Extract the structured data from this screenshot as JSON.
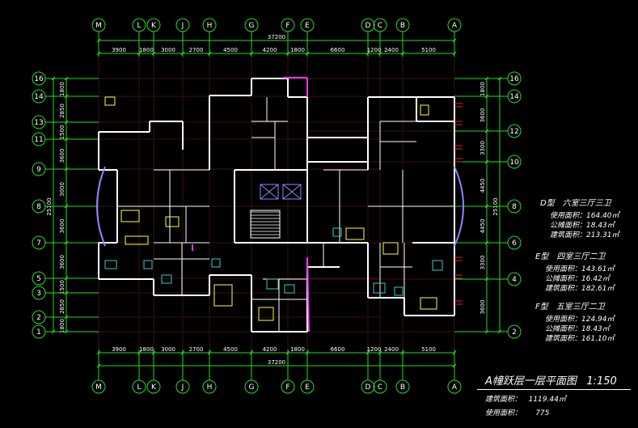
{
  "top_axes": [
    "M",
    "L",
    "K",
    "J",
    "H",
    "G",
    "F",
    "E",
    "D",
    "C",
    "B",
    "A"
  ],
  "left_axes": [
    "16",
    "14",
    "13",
    "11",
    "9",
    "8",
    "7",
    "5",
    "3",
    "2",
    "1"
  ],
  "right_axes": [
    "16",
    "14",
    "12",
    "10",
    "8",
    "6",
    "4",
    "2"
  ],
  "dims_top": [
    "3900",
    "1800",
    "3000",
    "2700",
    "4500",
    "4200",
    "1800",
    "6600",
    "1200",
    "2400",
    "5100"
  ],
  "total_width": "37200",
  "dims_left": [
    "1800",
    "2850",
    "1500",
    "3600",
    "3000",
    "3600",
    "3600",
    "1500",
    "2850",
    "1800"
  ],
  "total_depth": "25100",
  "dims_right": [
    "1800",
    "3600",
    "3300",
    "4450",
    "4450",
    "3300",
    "3600",
    "1800"
  ],
  "types": [
    {
      "name": "D型　六室三厅三卫",
      "rows": [
        {
          "label": "使用面积：",
          "value": "164.40㎡"
        },
        {
          "label": "公摊面积：",
          "value": "18.43㎡"
        },
        {
          "label": "建筑面积：",
          "value": "213.31㎡"
        }
      ]
    },
    {
      "name": "E型　四室三厅二卫",
      "rows": [
        {
          "label": "使用面积：",
          "value": "143.61㎡"
        },
        {
          "label": "公摊面积：",
          "value": "16.42㎡"
        },
        {
          "label": "建筑面积：",
          "value": "182.61㎡"
        }
      ]
    },
    {
      "name": "F型　五室三厅二卫",
      "rows": [
        {
          "label": "使用面积：",
          "value": "124.94㎡"
        },
        {
          "label": "公摊面积：",
          "value": "18.43㎡"
        },
        {
          "label": "建筑面积：",
          "value": "161.10㎡"
        }
      ]
    }
  ],
  "title": "A幢跃层一层平面图",
  "scale": "1:150",
  "summary": [
    {
      "label": "建筑面积：",
      "value": "1119.44㎡"
    },
    {
      "label": "使用面积：",
      "value": "775"
    }
  ]
}
